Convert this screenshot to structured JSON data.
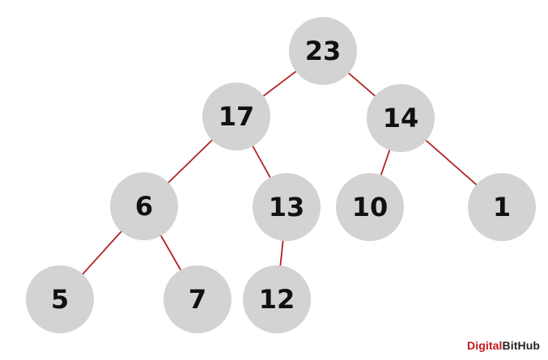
{
  "tree": {
    "nodes": [
      {
        "id": "n23",
        "label": "23"
      },
      {
        "id": "n17",
        "label": "17"
      },
      {
        "id": "n14",
        "label": "14"
      },
      {
        "id": "n6",
        "label": "6"
      },
      {
        "id": "n13",
        "label": "13"
      },
      {
        "id": "n10",
        "label": "10"
      },
      {
        "id": "n1",
        "label": "1"
      },
      {
        "id": "n5",
        "label": "5"
      },
      {
        "id": "n7",
        "label": "7"
      },
      {
        "id": "n12",
        "label": "12"
      }
    ],
    "edges": [
      {
        "from": "n23",
        "to": "n17"
      },
      {
        "from": "n23",
        "to": "n14"
      },
      {
        "from": "n17",
        "to": "n6"
      },
      {
        "from": "n17",
        "to": "n13"
      },
      {
        "from": "n14",
        "to": "n10"
      },
      {
        "from": "n14",
        "to": "n1"
      },
      {
        "from": "n6",
        "to": "n5"
      },
      {
        "from": "n6",
        "to": "n7"
      },
      {
        "from": "n13",
        "to": "n12"
      }
    ]
  },
  "colors": {
    "node_fill": "#d3d3d3",
    "edge": "#b22222",
    "text": "#111111",
    "brand_accent": "#c4161c",
    "brand_dark": "#222222"
  },
  "watermark": {
    "part1": "Digital",
    "part2": "BitHub"
  }
}
